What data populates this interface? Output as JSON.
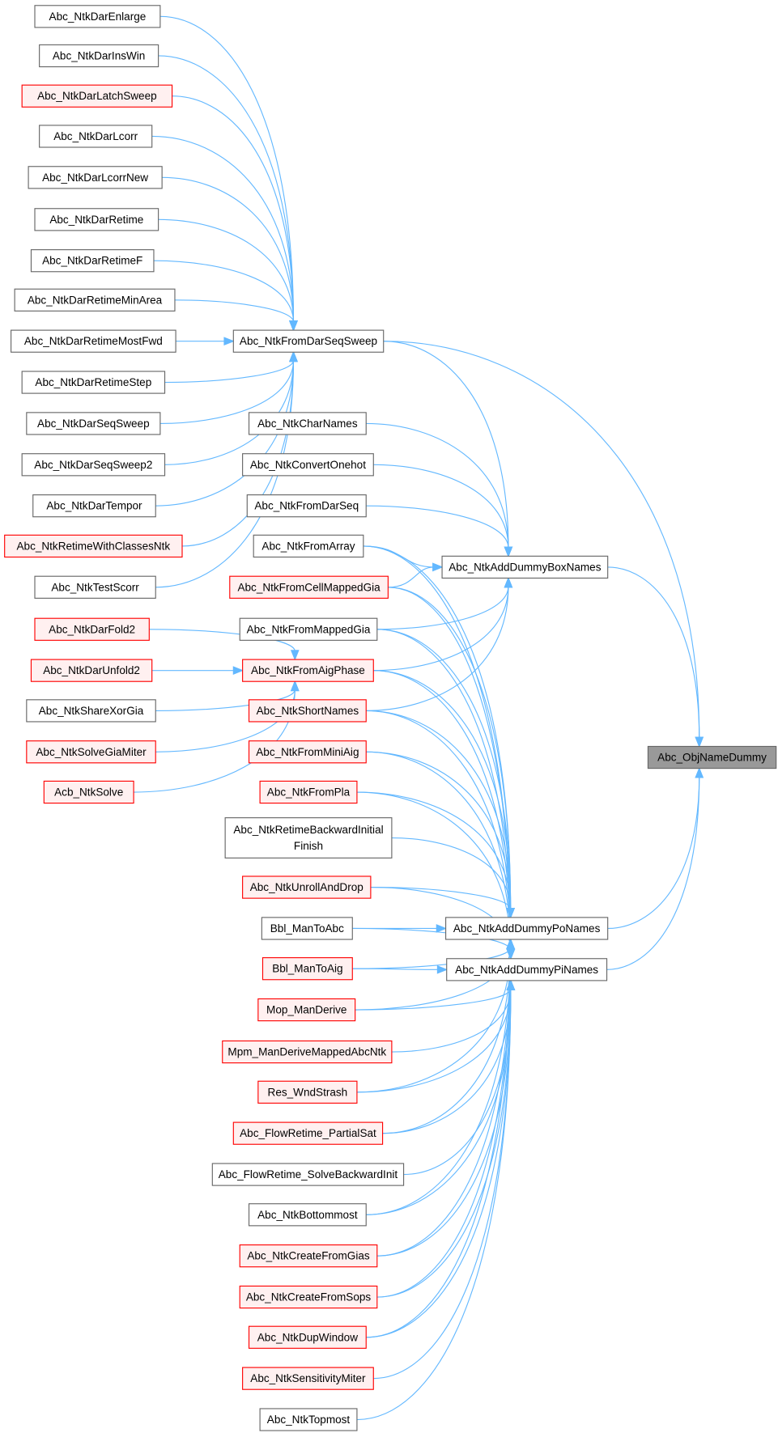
{
  "graph": {
    "title": "Abc_ObjNameDummy caller graph",
    "colors": {
      "edge": "#63b8ff",
      "red_border": "#ff0000",
      "red_fill": "#fff0f0",
      "focus_fill": "#999999",
      "border": "#666666"
    },
    "nodes": [
      {
        "id": "n0",
        "label": "Abc_NtkDarEnlarge",
        "red": false
      },
      {
        "id": "n1",
        "label": "Abc_NtkDarInsWin",
        "red": false
      },
      {
        "id": "n2",
        "label": "Abc_NtkDarLatchSweep",
        "red": true
      },
      {
        "id": "n3",
        "label": "Abc_NtkDarLcorr",
        "red": false
      },
      {
        "id": "n4",
        "label": "Abc_NtkDarLcorrNew",
        "red": false
      },
      {
        "id": "n5",
        "label": "Abc_NtkDarRetime",
        "red": false
      },
      {
        "id": "n6",
        "label": "Abc_NtkDarRetimeF",
        "red": false
      },
      {
        "id": "n7",
        "label": "Abc_NtkDarRetimeMinArea",
        "red": false
      },
      {
        "id": "n8",
        "label": "Abc_NtkDarRetimeMostFwd",
        "red": false
      },
      {
        "id": "n9",
        "label": "Abc_NtkDarRetimeStep",
        "red": false
      },
      {
        "id": "n10",
        "label": "Abc_NtkDarSeqSweep",
        "red": false
      },
      {
        "id": "n11",
        "label": "Abc_NtkDarSeqSweep2",
        "red": false
      },
      {
        "id": "n12",
        "label": "Abc_NtkDarTempor",
        "red": false
      },
      {
        "id": "n13",
        "label": "Abc_NtkRetimeWithClassesNtk",
        "red": true
      },
      {
        "id": "n14",
        "label": "Abc_NtkTestScorr",
        "red": false
      },
      {
        "id": "n15",
        "label": "Abc_NtkDarFold2",
        "red": true
      },
      {
        "id": "n16",
        "label": "Abc_NtkDarUnfold2",
        "red": true
      },
      {
        "id": "n17",
        "label": "Abc_NtkShareXorGia",
        "red": false
      },
      {
        "id": "n18",
        "label": "Abc_NtkSolveGiaMiter",
        "red": true
      },
      {
        "id": "n19",
        "label": "Acb_NtkSolve",
        "red": true
      },
      {
        "id": "m0",
        "label": "Abc_NtkFromDarSeqSweep",
        "red": false
      },
      {
        "id": "m1",
        "label": "Abc_NtkCharNames",
        "red": false
      },
      {
        "id": "m2",
        "label": "Abc_NtkConvertOnehot",
        "red": false
      },
      {
        "id": "m3",
        "label": "Abc_NtkFromDarSeq",
        "red": false
      },
      {
        "id": "m4",
        "label": "Abc_NtkFromArray",
        "red": false
      },
      {
        "id": "m5",
        "label": "Abc_NtkFromCellMappedGia",
        "red": true
      },
      {
        "id": "m6",
        "label": "Abc_NtkFromMappedGia",
        "red": false
      },
      {
        "id": "m7",
        "label": "Abc_NtkFromAigPhase",
        "red": true
      },
      {
        "id": "m8",
        "label": "Abc_NtkShortNames",
        "red": true
      },
      {
        "id": "m9",
        "label": "Abc_NtkFromMiniAig",
        "red": true
      },
      {
        "id": "m10",
        "label": "Abc_NtkFromPla",
        "red": true
      },
      {
        "id": "m11",
        "label": "Abc_NtkRetimeBackwardInitial",
        "label2": "Finish",
        "red": false
      },
      {
        "id": "m12",
        "label": "Abc_NtkUnrollAndDrop",
        "red": true
      },
      {
        "id": "m13",
        "label": "Bbl_ManToAbc",
        "red": false
      },
      {
        "id": "m14",
        "label": "Bbl_ManToAig",
        "red": true
      },
      {
        "id": "m15",
        "label": "Mop_ManDerive",
        "red": true
      },
      {
        "id": "m16",
        "label": "Mpm_ManDeriveMappedAbcNtk",
        "red": true
      },
      {
        "id": "m17",
        "label": "Res_WndStrash",
        "red": true
      },
      {
        "id": "m18",
        "label": "Abc_FlowRetime_PartialSat",
        "red": true
      },
      {
        "id": "m19",
        "label": "Abc_FlowRetime_SolveBackwardInit",
        "red": false
      },
      {
        "id": "m20",
        "label": "Abc_NtkBottommost",
        "red": false
      },
      {
        "id": "m21",
        "label": "Abc_NtkCreateFromGias",
        "red": true
      },
      {
        "id": "m22",
        "label": "Abc_NtkCreateFromSops",
        "red": true
      },
      {
        "id": "m23",
        "label": "Abc_NtkDupWindow",
        "red": true
      },
      {
        "id": "m24",
        "label": "Abc_NtkSensitivityMiter",
        "red": true
      },
      {
        "id": "m25",
        "label": "Abc_NtkTopmost",
        "red": false
      },
      {
        "id": "box",
        "label": "Abc_NtkAddDummyBoxNames",
        "red": false
      },
      {
        "id": "po",
        "label": "Abc_NtkAddDummyPoNames",
        "red": false
      },
      {
        "id": "pi",
        "label": "Abc_NtkAddDummyPiNames",
        "red": false
      },
      {
        "id": "target",
        "label": "Abc_ObjNameDummy",
        "red": false,
        "focus": true
      }
    ],
    "edges": [
      [
        "n0",
        "m0"
      ],
      [
        "n1",
        "m0"
      ],
      [
        "n2",
        "m0"
      ],
      [
        "n3",
        "m0"
      ],
      [
        "n4",
        "m0"
      ],
      [
        "n5",
        "m0"
      ],
      [
        "n6",
        "m0"
      ],
      [
        "n7",
        "m0"
      ],
      [
        "n8",
        "m0"
      ],
      [
        "n9",
        "m0"
      ],
      [
        "n10",
        "m0"
      ],
      [
        "n11",
        "m0"
      ],
      [
        "n12",
        "m0"
      ],
      [
        "n13",
        "m0"
      ],
      [
        "n14",
        "m0"
      ],
      [
        "n15",
        "m7"
      ],
      [
        "n16",
        "m7"
      ],
      [
        "n17",
        "m7"
      ],
      [
        "n18",
        "m7"
      ],
      [
        "n19",
        "m7"
      ],
      [
        "m0",
        "box"
      ],
      [
        "m0",
        "target"
      ],
      [
        "m1",
        "box"
      ],
      [
        "m2",
        "box"
      ],
      [
        "m3",
        "box"
      ],
      [
        "m4",
        "box"
      ],
      [
        "m5",
        "box"
      ],
      [
        "m6",
        "box"
      ],
      [
        "m7",
        "box"
      ],
      [
        "m8",
        "box"
      ],
      [
        "box",
        "target"
      ],
      [
        "po",
        "target"
      ],
      [
        "pi",
        "target"
      ],
      [
        "m4",
        "po"
      ],
      [
        "m4",
        "pi"
      ],
      [
        "m5",
        "po"
      ],
      [
        "m5",
        "pi"
      ],
      [
        "m6",
        "po"
      ],
      [
        "m6",
        "pi"
      ],
      [
        "m7",
        "po"
      ],
      [
        "m7",
        "pi"
      ],
      [
        "m8",
        "po"
      ],
      [
        "m8",
        "pi"
      ],
      [
        "m9",
        "po"
      ],
      [
        "m9",
        "pi"
      ],
      [
        "m10",
        "po"
      ],
      [
        "m10",
        "pi"
      ],
      [
        "m11",
        "po"
      ],
      [
        "m12",
        "po"
      ],
      [
        "m12",
        "pi"
      ],
      [
        "m13",
        "po"
      ],
      [
        "m13",
        "pi"
      ],
      [
        "m14",
        "po"
      ],
      [
        "m14",
        "pi"
      ],
      [
        "m15",
        "po"
      ],
      [
        "m15",
        "pi"
      ],
      [
        "m16",
        "pi"
      ],
      [
        "m17",
        "po"
      ],
      [
        "m17",
        "pi"
      ],
      [
        "m18",
        "po"
      ],
      [
        "m18",
        "pi"
      ],
      [
        "m19",
        "pi"
      ],
      [
        "m20",
        "po"
      ],
      [
        "m20",
        "pi"
      ],
      [
        "m21",
        "po"
      ],
      [
        "m21",
        "pi"
      ],
      [
        "m22",
        "po"
      ],
      [
        "m22",
        "pi"
      ],
      [
        "m23",
        "po"
      ],
      [
        "m23",
        "pi"
      ],
      [
        "m24",
        "pi"
      ],
      [
        "m25",
        "pi"
      ]
    ]
  }
}
